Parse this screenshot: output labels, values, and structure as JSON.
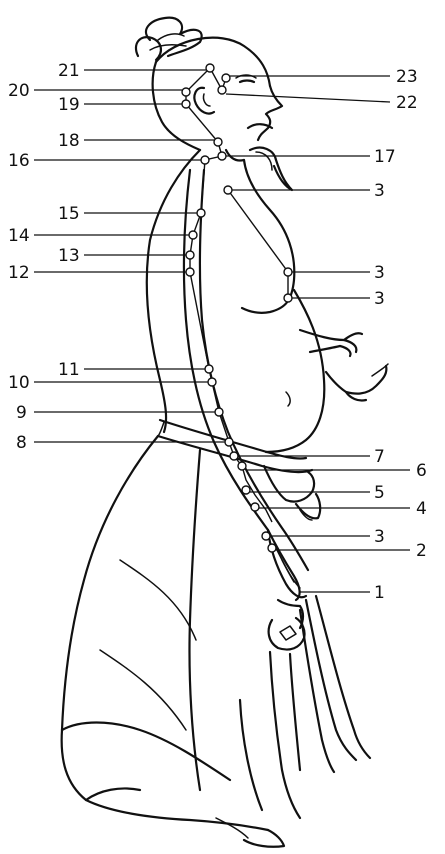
{
  "diagram": {
    "points_right": [
      {
        "label": "23"
      },
      {
        "label": "22"
      },
      {
        "label": "17"
      },
      {
        "label": "3"
      },
      {
        "label": "3"
      },
      {
        "label": "3"
      },
      {
        "label": "7"
      },
      {
        "label": "6"
      },
      {
        "label": "5"
      },
      {
        "label": "4"
      },
      {
        "label": "3"
      },
      {
        "label": "2"
      },
      {
        "label": "1"
      }
    ],
    "points_left": [
      {
        "label": "21"
      },
      {
        "label": "20"
      },
      {
        "label": "19"
      },
      {
        "label": "18"
      },
      {
        "label": "16"
      },
      {
        "label": "15"
      },
      {
        "label": "14"
      },
      {
        "label": "13"
      },
      {
        "label": "12"
      },
      {
        "label": "11"
      },
      {
        "label": "10"
      },
      {
        "label": "9"
      },
      {
        "label": "8"
      }
    ]
  }
}
